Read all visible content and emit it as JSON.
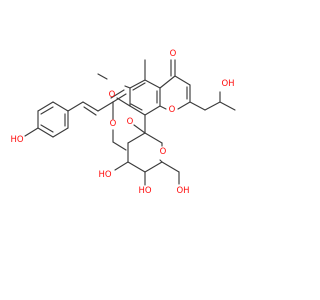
{
  "colors": {
    "oxygen": "#ff0d0d",
    "bond": "#3b3b3b",
    "background": "#ffffff"
  },
  "labels": {
    "ho_phenol": "HO",
    "o_ester_carbonyl": "O",
    "o_ester_link": "O",
    "o_ketone": "O",
    "o_methoxy": "O",
    "o_chromone_ring": "O",
    "oh_side_chain": "OH",
    "o_sugar_ring": "O",
    "ho_sugar_3": "HO",
    "ho_sugar_4": "HO",
    "oh_sugar_ch2": "OH"
  }
}
